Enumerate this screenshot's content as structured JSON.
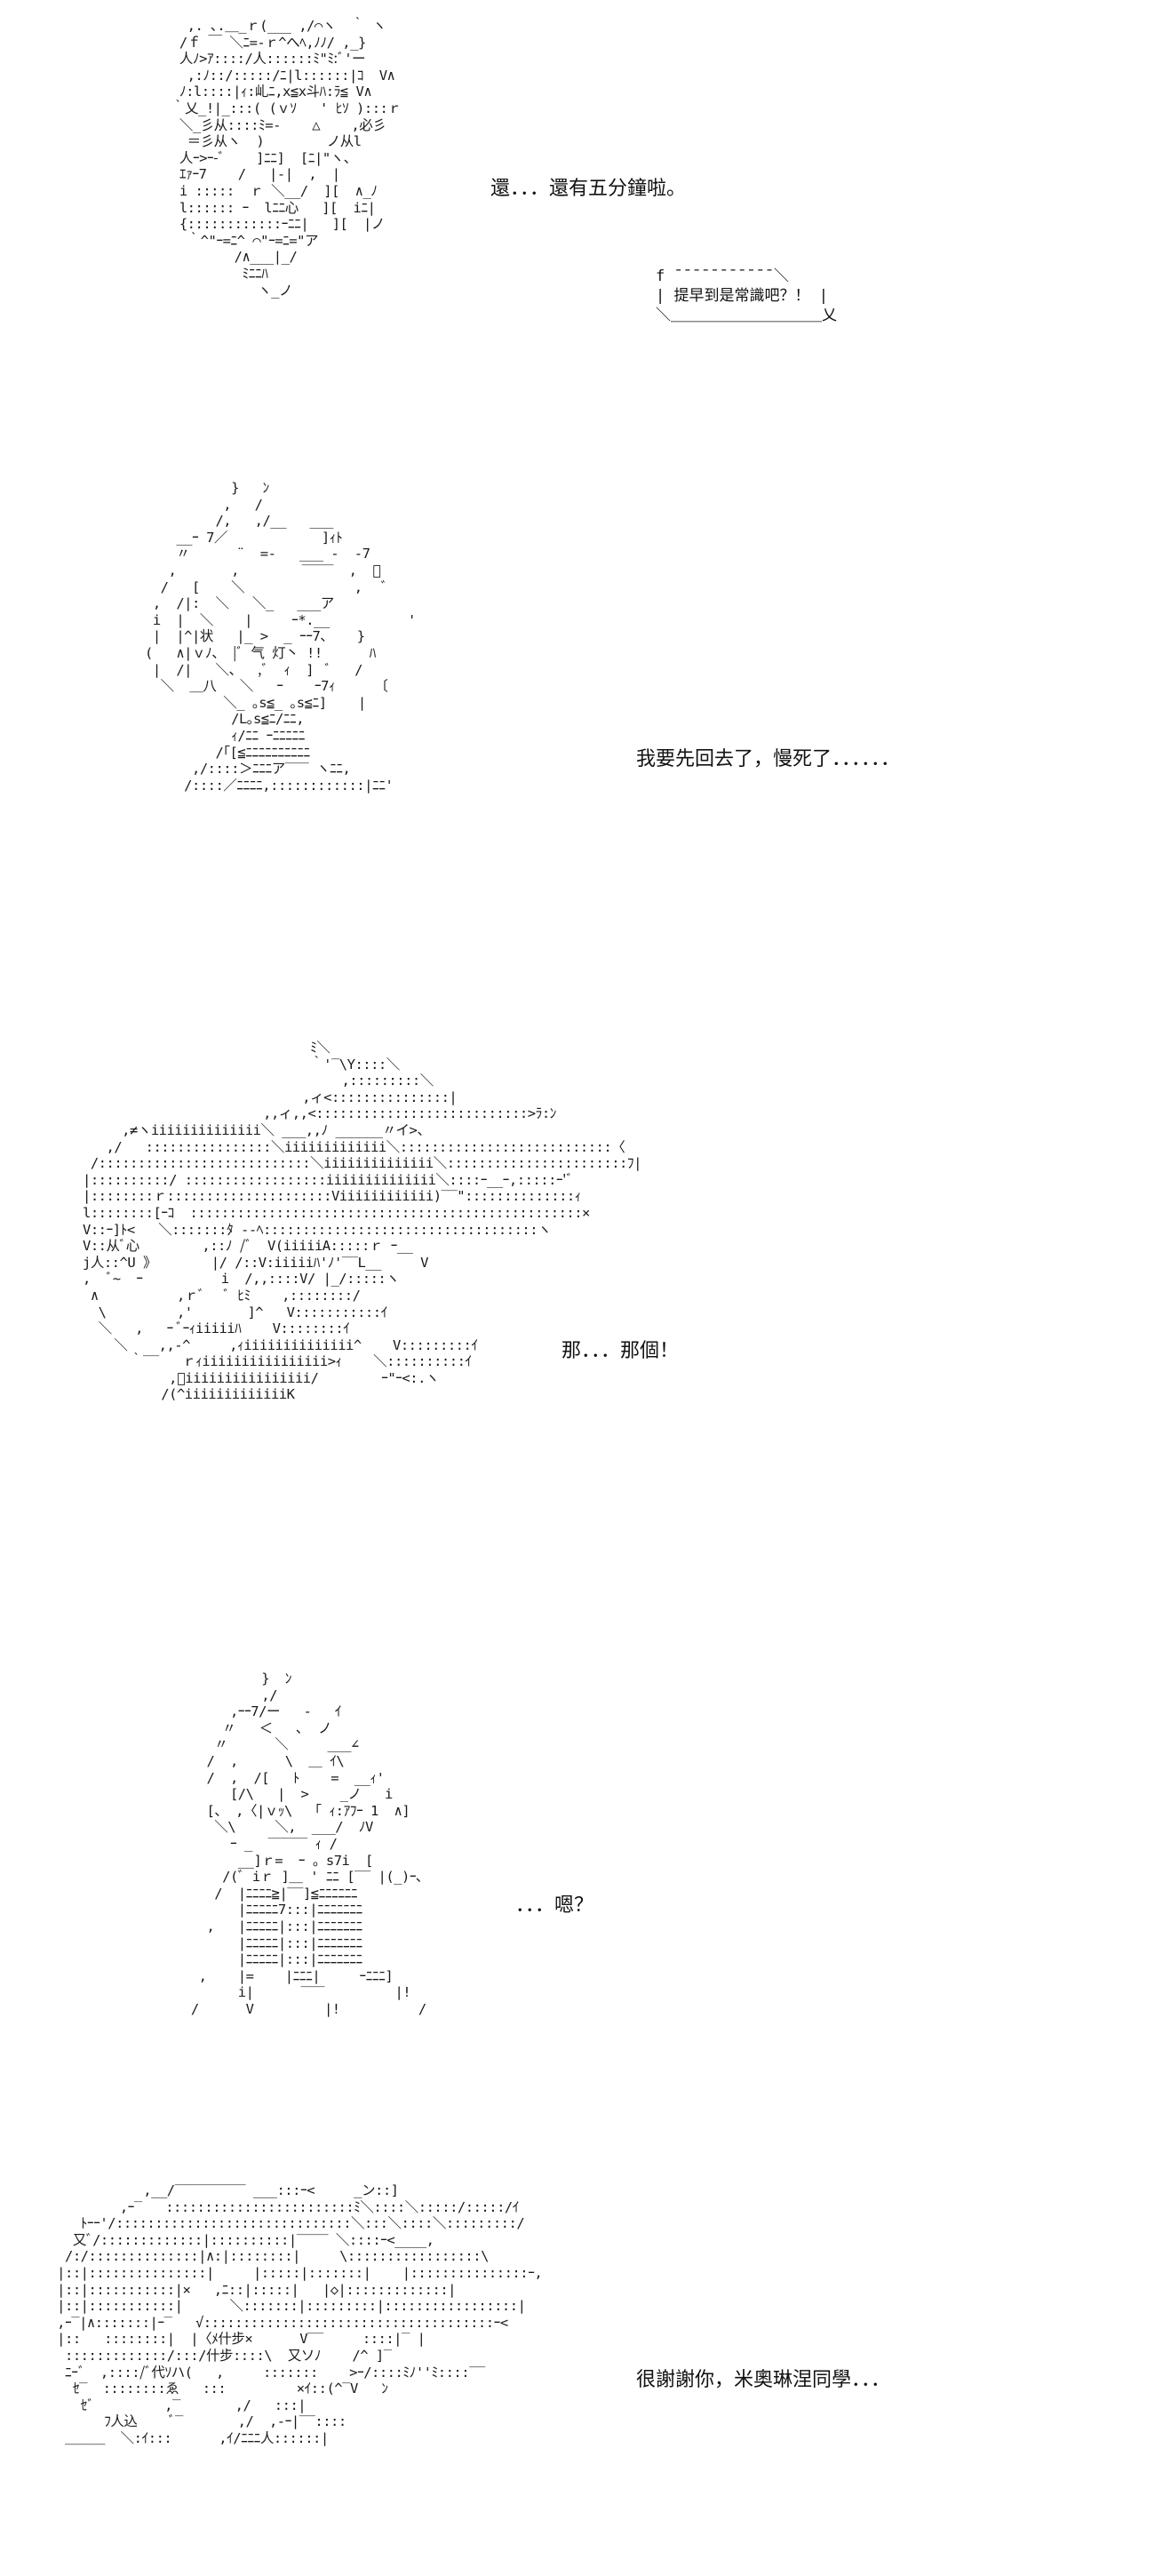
{
  "panels": [
    {
      "dialogue": "還．．．還有五分鐘啦。",
      "bubble": "f ̄ ̄ ̄ ̄ ̄ ̄ ̄ ̄ ̄ ̄ ̄ ＼\n| 提早到是常識吧？！ |\n＼＿＿＿＿＿＿＿＿＿＿乂",
      "art": "        ,. ､.＿_ｒ(___ ,/⌒ヽ  ｀ ヽ\n       /ｆ ￣ ＼ﾆ=-ｒ^へﾍ,ﾉﾉ/ ,_}\n       人ﾉ>ｱ::::/人::::::ﾐ\"ﾐ:ﾞ'ー\n        ,:ﾉ::/:::::/ﾆ|l::::::|ｺ  V∧\n       ﾉ:l::::|ｨ:乢ﾆ,x≦x斗ﾊ:ﾗ≦ V∧\n      ｀乂_!|_:::( (ｖｿ   ' ﾋｿ ):::ｒ\n       ＼_彡从::::ﾐ=-    △    ,必彡\n        ＝彡从ヽ  )        ノ从l\n       人ｰ>ｰ-ﾞ    ]ﾆﾆ]  [ﾆ|\"ヽ、\n       ｴｧｰ7    /   |-|  ,  |\n       i :::::  ｒ ＼__/  ][  ∧_ﾉ\n       l:::::: ｰ  lﾆﾆ心   ][  iﾆ|\n       {::::::::::::ｰﾆﾆ|   ][  |ノ\n        ｀^\"ｰ=ﾆ^ ⌒\"ｰ=ﾆ=\"ア\n              /∧___|_/\n               ﾐﾆﾆﾊ\n                 ヽ_ノ"
    },
    {
      "dialogue": "我要先回去了，慢死了．．．．．．",
      "art": "                 }   ﾝ\n                ,   /\n               /,   ,/__   ___\n          __ｰ 7／            ]ｨﾄ\n          〃      ¨  =-   ___ -  -7\n         ,       ,        ‾‾‾‾  ,  ﾞ\n        /   [    ＼              ,   ﾞ\n       ,  /|:  ＼   ＼_   ___ア\n       i  |  ＼    |     ｰ*.__          '\n       |  |^|状   |_ >  _ ｰｰ7、   }\n      (   ∧|ｖﾉ、 |ﾞ 气 灯丶 !!      ﾊ\n       |  /|   ＼、  ,ﾞ  ｨ  ]  ﾞ   /\n        ＼  ＿八   ＼   ｰ    ｰ7ｨ     〔\n                ＼_ ｡s≦_ ｡s≦ﾆ]    |\n                 /L｡s≦ﾆ/ﾆﾆ,\n                 ｨ/ﾆﾆ ｰﾆﾆﾆﾆﾆ\n               /｢[≦ﾆﾆﾆﾆﾆﾆﾆﾆﾆﾆ\n            ,/::::＞ﾆﾆﾆア‾‾‾ ヽﾆﾆ,\n           /::::／ﾆﾆﾆﾆ,::::::::::::|ﾆﾆ'"
    },
    {
      "dialogue": "那．．．那個！",
      "art": "                                   ﾐ＼\n                                   ｀'‾\\Y::::＼\n                                       ,:::::::::＼\n                                  ,ィ<:::::::::::::::|\n                             ,,ィ,,<:::::::::::::::::::::::::::>ﾗ:ﾝ\n           ,≠ヽiiiiiiiiiiiiii＼ ___,,ﾉ ______〃イ>、\n         ,/   ::::::::::::::::＼iiiiiiiiiiiii＼:::::::::::::::::::::::::::〈\n       /:::::::::::::::::::::::::::＼iiiiiiiiiiiiii＼:::::::::::::::::::::::ﾌ|\n      |::::::::::/ ::::::::::::::::::iiiiiiiiiiiiii＼::::ｰ__ｰ,:::::ｰ'ﾞ\n      |::::::::ｒ:::::::::::::::::::::Viiiiiiiiiiii)‾‾\"::::::::::::::ｨ\n      l::::::::[ｰｺ  ::::::::::::::::::::::::::::::::::::::::::::::::::×\n      V::ｰ]ﾄ<   ＼:::::::ﾀ --ﾍ:::::::::::::::::::::::::::::::::::ヽ\n      V::从ﾞ心        ,::ﾉ /ﾞ  V(iiiiiA:::::ｒ ｰ__\n      j人::^U 》       |/ /::V:iiiiiﾊ'ﾉ'‾‾L__     V\n      ,  ﾞ~  ｰ          i  /,,::::V/ |_/:::::ヽ\n       ∧          ,ｒﾞ   ﾞ ﾋﾐ    ,::::::::/\n        \\         ,'       ]^   V:::::::::::ｲ\n        ＼   ,   ｰ ﾞｰｨiiiiiﾊ    V::::::::ｲ\n          ＼    ,,-^     ,ｨiiiiiiiiiiiiii^    V:::::::::ｲ\n            ｀‾‾   ｒｨiiiiiiiiiiiiiiii>ｨ    ＼::::::::::ｲ\n                 ,ﾞiiiiiiiiiiiiiiii/        ｰ\"ｰ<:.ヽ\n                /(^iiiiiiiiiiiiiK"
    },
    {
      "dialogue": "．．．嗯？",
      "art": "                      }  ﾝ\n                      ,/\n                  ,ｰｰ7/ー   -   ｲ\n                 〃   ＜   ､  ノ\n                〃      ＼     ___∠\n               /  ,      \\  ＿ ｲ\\\n               /  ,  /[   ﾄ    =  __ｨ'\n                  [/\\   |  >    _ノ   i\n               [、 ,〈|ｖｯ\\  「 ｨ:ｱﾌｰ 1  ∧]\n                ＼\\     ＼,  ___/  ﾉV\n                  ｰ _  ‾‾‾‾‾ ｨ /\n                   __]ｒ=  ｰ 。s7i  [\n                 /(ﾞ iｒ ]＿ ' ﾆﾆ [‾‾ |(_)ｰ､\n                /  |ﾆﾆﾆﾆ≧|‾‾]≦ﾆﾆﾆﾆﾆﾆ\n                   |ﾆﾆﾆﾆﾆ7:::|ﾆﾆﾆﾆﾆﾆﾆ\n               ,   |ﾆﾆﾆﾆﾆ|:::|ﾆﾆﾆﾆﾆﾆﾆ\n                   |ﾆﾆﾆﾆﾆ|:::|ﾆﾆﾆﾆﾆﾆﾆ\n                   |ﾆﾆﾆﾆﾆ|:::|ﾆﾆﾆﾆﾆﾆﾆ\n              ,    |=    |ﾆﾆﾆ|     ｰﾆﾆﾆ]\n                   i|      ‾‾‾         |!\n             /      V         |!          /"
    },
    {
      "dialogue": "很謝謝你，米奧琳涅同學．．．",
      "art": "                ,__/‾‾‾‾‾‾‾‾‾ ___:::ｰ<     _ン::]\n             ,ｰ‾   ::::::::::::::::::::::::ﾐ＼::::＼:::::/:::::/ｲ\n        ﾄｰｰ'/::::::::::::::::::::::::::::::＼:::＼::::＼:::::::::/\n       又ﾞ/:::::::::::::|::::::::::|‾‾‾‾ ＼::::ｰ<____,\n      /:/::::::::::::::|∧:|::::::::|     \\:::::::::::::::::\\\n     |::|:::::::::::::::|     |:::::|:::::::|    |:::::::::::::::ｰ,\n     |::|:::::::::::|×   ,ﾆ::|:::::|   |◇|:::::::::::::|\n     |::|:::::::::::|      ＼:::::::|:::::::::|:::::::::::::::::|\n     ,ｰ‾|∧:::::::|ｰ‾   √:::::::::::::::::::::::::::::::::::::ｰ<\n     |::   ::::::::|  |〈ﾒ什步×      V‾‾     ::::|‾ |\n      :::::::::::::/:::/什步::::\\  又ソﾉ    /^ ]‾\n      ﾆｰﾞ  ,::::/ﾞ代ｿハ(   ,     :::::::    >ｰ/::::ﾐﾉ''ﾐ::::‾‾\n       ｾ‾  ::::::::ゑ   :::         ×ｲ::(^‾V   ﾝ\n        ｾﾞ         ,‾       ,/   :::|\n           ﾌ人込    ﾞ‾       ,/  ,-ｰ|‾‾::::\n      ＿＿＿  ＼:ｲ:::      ,ｲ/ﾆﾆﾆ人::::::|"
    }
  ]
}
